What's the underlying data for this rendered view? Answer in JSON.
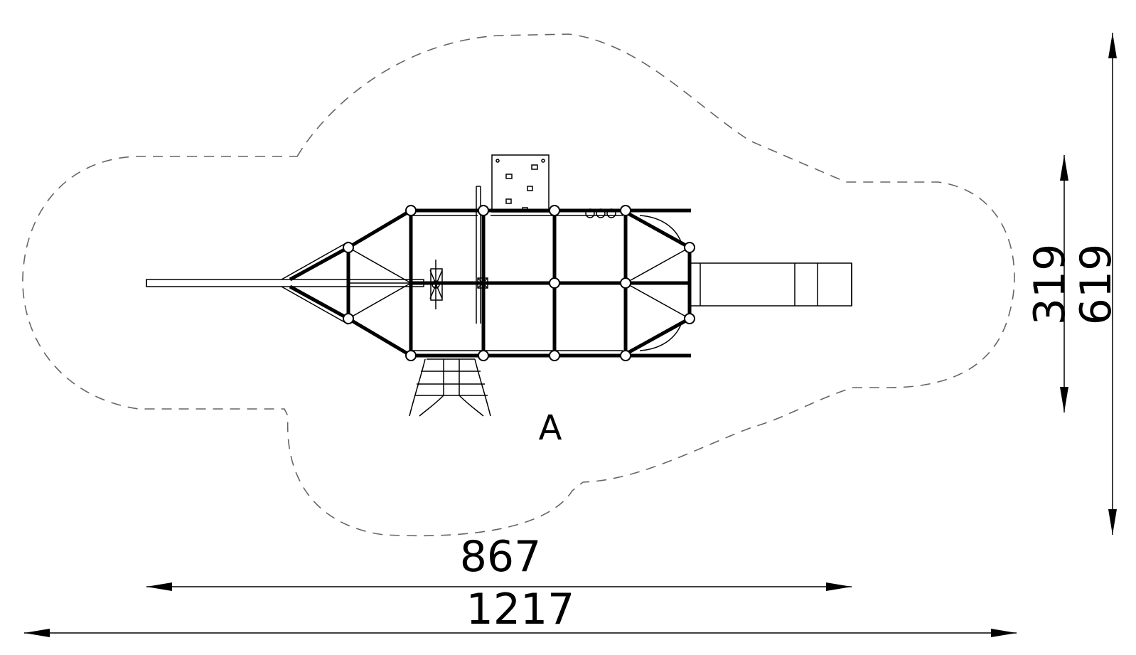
{
  "zone_label": "A",
  "dimensions": {
    "inner_width": "867",
    "total_width": "1217",
    "inner_height": "319",
    "total_height": "619"
  },
  "colors": {
    "lines": "#000000",
    "safety_zone": "#666666",
    "background": "#ffffff"
  }
}
